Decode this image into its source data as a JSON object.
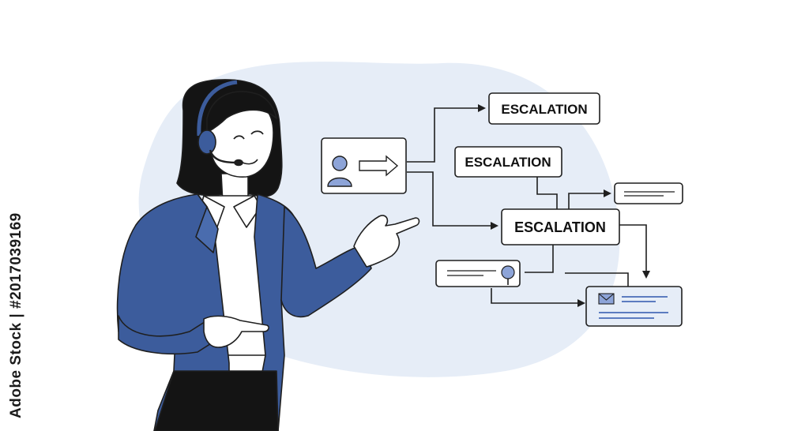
{
  "flowchart": {
    "nodes": [
      {
        "label": "ESCALATION"
      },
      {
        "label": "ESCALATION"
      },
      {
        "label": "ESCALATION"
      }
    ]
  },
  "stock_id": "Adobe Stock | #2017039169",
  "colors": {
    "blob": "#e6edf7",
    "jacket": "#3c5c9c",
    "hair": "#141414",
    "accent_blue": "#8da4d8",
    "outline": "#1f1f1f"
  },
  "icons": [
    "user-icon",
    "arrow-right-icon",
    "mail-icon",
    "map-pin-icon",
    "headset-icon"
  ]
}
